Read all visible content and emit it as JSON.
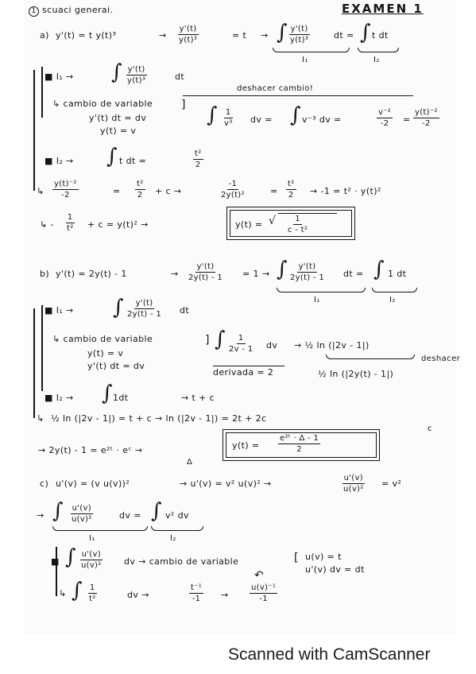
{
  "header": {
    "section_number": "1",
    "section_title": "scuaci generai.",
    "exam_title": "EXAMEN 1"
  },
  "part_a": {
    "label": "a)",
    "equation": "y'(t) = t y(t)³",
    "step1_num": "y'(t)",
    "step1_den": "y(t)³",
    "step1_rhs": "= t",
    "int_left_num": "y'(t)",
    "int_left_den": "y(t)³",
    "int_left_dt": "dt =",
    "int_right": "t dt",
    "i1_label": "I₁",
    "i2_label": "I₂",
    "i1_line": "■ I₁ →",
    "i1_frac_num": "y'(t)",
    "i1_frac_den": "y(t)³",
    "i1_dt": "dt",
    "deshacer": "deshacer cambio!",
    "cambio_label": "cambio de variable",
    "cambio_eq1": "y'(t) dt = dv",
    "cambio_eq2": "y(t) = v",
    "sub_int_num": "1",
    "sub_int_den": "v³",
    "sub_int_dv": "dv  =",
    "sub_int_mid": "v⁻³  dv  =",
    "sub_res_num": "v⁻²",
    "sub_res_den": "-2",
    "sub_res2_num": "y(t)⁻²",
    "sub_res2_den": "-2",
    "i2_line": "■ I₂ →",
    "i2_int": "t dt =",
    "i2_res_num": "t²",
    "i2_res_den": "2",
    "eqn1_num": "y(t)⁻²",
    "eqn1_den": "-2",
    "eqn1_eq": "=",
    "eqn1_t_num": "t²",
    "eqn1_t_den": "2",
    "eqn1_c": "+ c  →",
    "eqn1_neg_num": "-1",
    "eqn1_neg_den": "2y(t)²",
    "eqn1_eq2": "=",
    "eqn1_r_num": "t²",
    "eqn1_r_den": "2",
    "eqn1_tail": "→ -1 = t² · y(t)²",
    "final_prefix": "↳ -",
    "final_frac_num": "1",
    "final_frac_den": "t²",
    "final_mid": "+ c  = y(t)²  →",
    "answer_lhs": "y(t) =",
    "answer_num": "1",
    "answer_den": "c - t²"
  },
  "part_b": {
    "label": "b)",
    "equation": "y'(t) = 2y(t) - 1",
    "step1_num": "y'(t)",
    "step1_den": "2y(t) - 1",
    "step1_rhs": "= 1",
    "int_left_num": "y'(t)",
    "int_left_den": "2y(t) - 1",
    "int_left_dt": "dt =",
    "int_right": "1 dt",
    "i1_label": "I₁",
    "i2_label": "I₂",
    "i1_line": "■ I₁ →",
    "i1_frac_num": "y'(t)",
    "i1_frac_den": "2y(t) - 1",
    "i1_dt": "dt",
    "cambio_label": "cambio de variable",
    "cambio_eq1": "y(t) = v",
    "cambio_eq2": "y'(t) dt = dv",
    "sub_int_num": "1",
    "sub_int_den": "2v - 1",
    "sub_int_dv": "dv",
    "sub_res": "→  ½ ln (|2v - 1|)",
    "deshacer": "deshacer",
    "derivada": "derivada = 2",
    "sub_res2": "½ ln (|2y(t) - 1|)",
    "i2_line": "■ I₂ →",
    "i2_int": "1dt",
    "i2_res": "→  t + c",
    "eqn_line": "½ ln (|2v - 1|) = t + c  →  ln (|2v - 1|) = 2t + 2c",
    "eqn_c_den": "c",
    "exp_line": "→  2y(t) - 1  =  e²ᵗ · eᶜ  →",
    "exp_under": "Δ",
    "answer_lhs": "y(t) =",
    "answer_num": "e²ᵗ · Δ - 1",
    "answer_den": "2"
  },
  "part_c": {
    "label": "c)",
    "equation": "u'(v) = (v u(v))²",
    "step1": "→  u'(v) = v² u(v)²  →",
    "step1_num": "u'(v)",
    "step1_den": "u(v)²",
    "step1_rhs": "= v²",
    "int_left_num": "u'(v)",
    "int_left_den": "u(v)²",
    "int_left_dv": "dv =",
    "int_right": "v² dv",
    "i1_label": "I₁",
    "i2_label": "I₂",
    "i1_frac_num": "u'(v)",
    "i1_frac_den": "u(v)²",
    "i1_dv": "dv  →  cambio de variable",
    "cambio_eq1": "u(v) = t",
    "cambio_eq2": "u'(v) dv = dt",
    "sub_int_num": "1",
    "sub_int_den": "t²",
    "sub_int_dv": "dv  →",
    "sub_res_num": "t⁻¹",
    "sub_res_den": "-1",
    "sub_res2_num": "u(v)⁻¹",
    "sub_res2_den": "-1"
  },
  "footer": {
    "scanner_text": "Scanned with CamScanner"
  }
}
